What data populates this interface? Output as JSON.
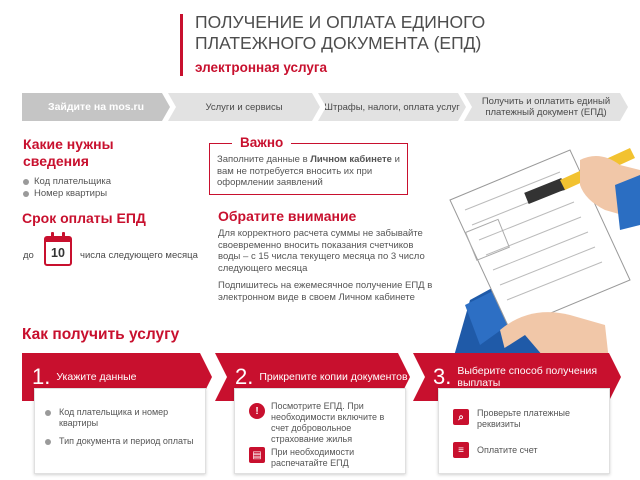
{
  "header": {
    "title": "ПОЛУЧЕНИЕ И ОПЛАТА ЕДИНОГО ПЛАТЕЖНОГО ДОКУМЕНТА (ЕПД)",
    "subtitle": "электронная услуга"
  },
  "steps": [
    {
      "label": "Зайдите на mos.ru"
    },
    {
      "label": "Услуги и сервисы"
    },
    {
      "label": "Штрафы, налоги, оплата услуг"
    },
    {
      "label": "Получить и оплатить единый платежный документ (ЕПД)"
    }
  ],
  "info": {
    "what_title": "Какие нужны сведения",
    "what_items": [
      "Код плательщика",
      "Номер квартиры"
    ],
    "deadline_title": "Срок оплаты ЕПД",
    "deadline_pre": "до",
    "deadline_day": "10",
    "deadline_post": "числа следующего месяца"
  },
  "important": {
    "label": "Важно",
    "text_before": "Заполните данные в ",
    "text_bold": "Личном кабинете",
    "text_after": " и вам не потребуется вносить их при оформлении заявлений"
  },
  "attention": {
    "title": "Обратите внимание",
    "p1": "Для корректного расчета суммы не забывайте своевременно вносить показания счетчиков воды – с 15 числа текущего месяца по 3 число следующего месяца",
    "p2": "Подпишитесь на ежемесячное получение ЕПД в электронном виде в своем Личном кабинете"
  },
  "how": {
    "title": "Как получить услугу",
    "steps": [
      {
        "num": "1.",
        "label": "Укажите данные",
        "items": [
          "Код плательщика и номер квартиры",
          "Тип документа и период оплаты"
        ]
      },
      {
        "num": "2.",
        "label": "Прикрепите копии документов",
        "items": [
          "Посмотрите ЕПД. При необходимости включите в счет добровольное страхование жилья",
          "При необходимости распечатайте ЕПД"
        ]
      },
      {
        "num": "3.",
        "label": "Выберите способ получения выплаты",
        "items": [
          "Проверьте платежные реквизиты",
          "Оплатите счет"
        ]
      }
    ]
  },
  "colors": {
    "accent": "#c8102e",
    "gray": "#e2e2e2"
  }
}
